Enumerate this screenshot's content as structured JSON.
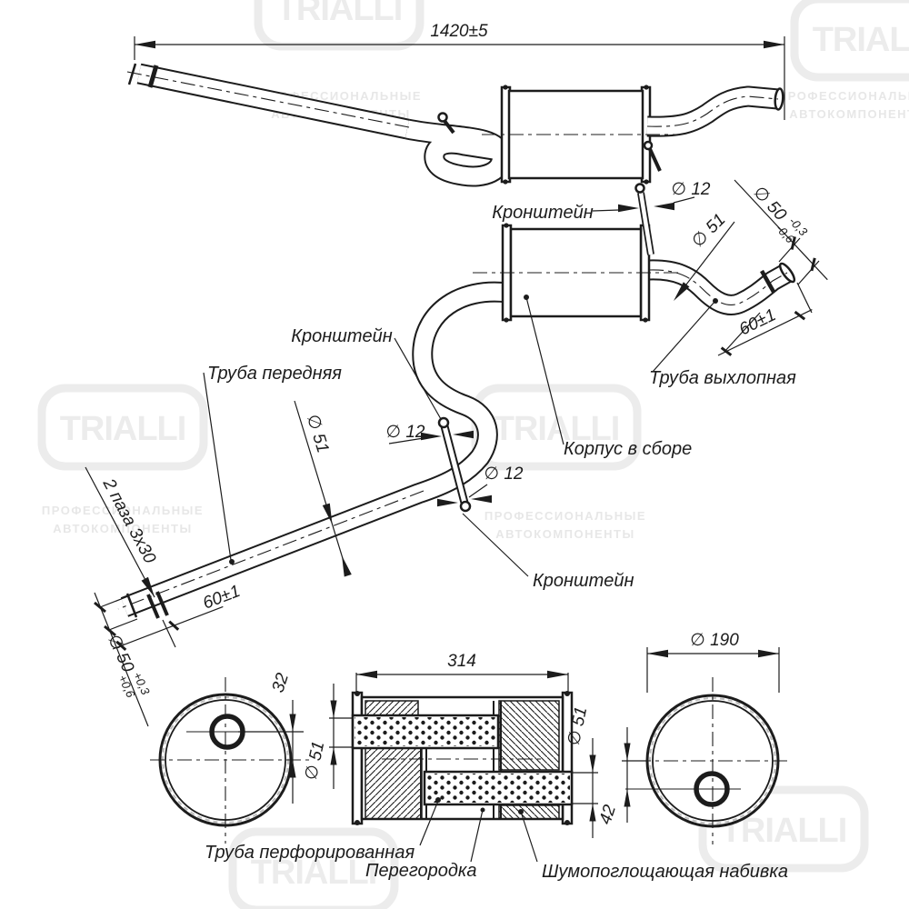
{
  "watermark": {
    "brand": "TRIALLI",
    "tagline1": "ПРОФЕССИОНАЛЬНЫЕ",
    "tagline2": "АВТОКОМПОНЕНТЫ"
  },
  "dims": {
    "overall_length": "1420±5",
    "bracket_hole_top": "∅ 12",
    "bracket_hole_mid_upper": "∅ 12",
    "bracket_hole_mid_lower": "∅ 12",
    "pipe_dia_front": "∅ 51",
    "pipe_dia_exhaust": "∅ 51",
    "tip_dia_exhaust": "∅ 50",
    "tip_dia_exhaust_tol_upper": "-0,3",
    "tip_dia_exhaust_tol_lower": "-0,6",
    "tip_len_exhaust": "60±1",
    "tip_len_front": "60±1",
    "front_slots": "2 паза 3х30",
    "tip_dia_front": "∅ 50",
    "tip_dia_front_tol_upper": "+0,3",
    "tip_dia_front_tol_lower": "+0,6",
    "body_length": "314",
    "body_dia": "∅ 190",
    "inlet_offset": "32",
    "outlet_offset": "42",
    "section_pipe_left": "∅ 51",
    "section_pipe_right": "∅ 51"
  },
  "labels": {
    "bracket_top": "Кронштейн",
    "bracket_mid": "Кронштейн",
    "bracket_bottom": "Кронштейн",
    "front_pipe": "Труба передняя",
    "exhaust_pipe": "Труба выхлопная",
    "body_assembly": "Корпус в сборе",
    "perforated_pipe": "Труба перфорированная",
    "partition": "Перегородка",
    "damping": "Шумопоглощающая набивка"
  }
}
